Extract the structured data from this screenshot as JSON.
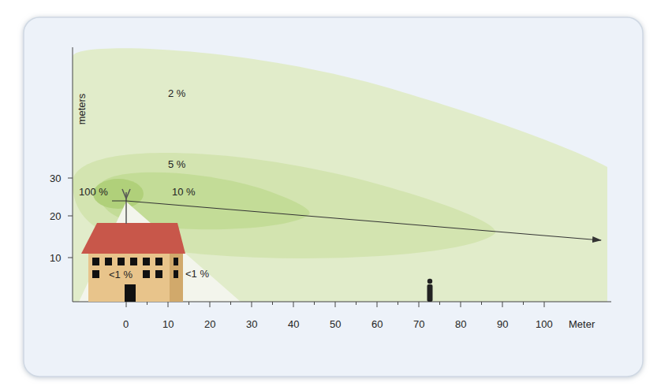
{
  "diagram": {
    "labels": [
      "meters",
      "30",
      "20",
      "10",
      "2 %",
      "5 %",
      "100 %",
      "10 %",
      "<1 %",
      "<1 %",
      "0",
      "10",
      "20",
      "30",
      "40",
      "50",
      "60",
      "70",
      "80",
      "90",
      "100",
      "Meter"
    ]
  }
}
